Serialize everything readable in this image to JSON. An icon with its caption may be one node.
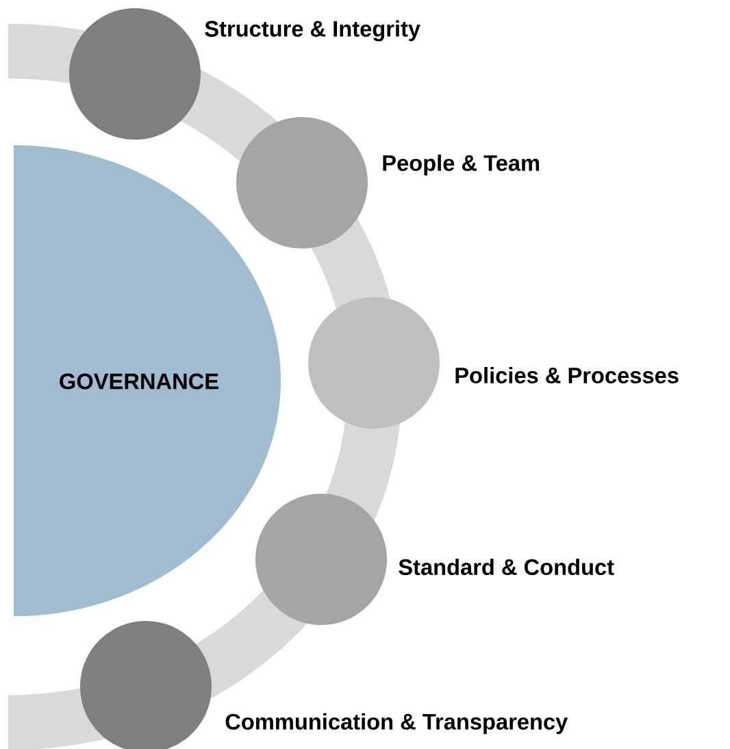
{
  "diagram": {
    "nodes": [
      {
        "text": [
          "GOVERNANCE"
        ]
      },
      {
        "text": [],
        "shape": "circle",
        "beside": [
          "Structure & Integrity"
        ]
      },
      {
        "text": [],
        "shape": "circle",
        "beside": [
          "People & Team"
        ]
      },
      {
        "text": [],
        "shape": "circle",
        "beside": [
          "Policies & Processes"
        ]
      },
      {
        "text": [],
        "shape": "circle",
        "beside": [
          "Standard & Conduct"
        ]
      },
      {
        "text": [],
        "shape": "circle",
        "beside": [
          "Communication & Transparency"
        ]
      }
    ]
  }
}
